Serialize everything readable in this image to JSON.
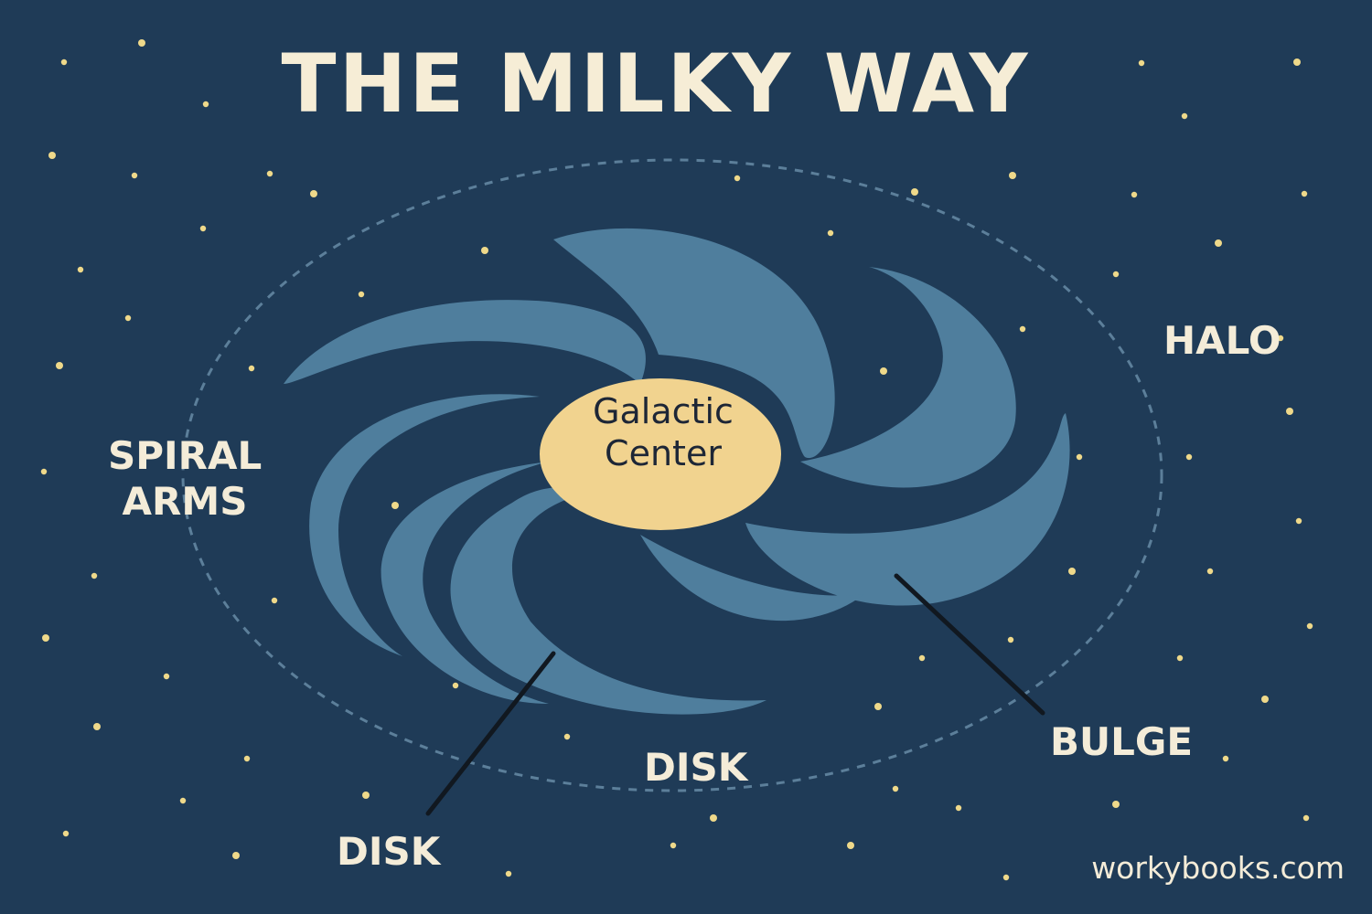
{
  "title": "THE MILKY WAY",
  "center_label": [
    "Galactic",
    "Center"
  ],
  "labels": {
    "halo": "HALO",
    "spiral_arms": [
      "SPIRAL",
      "ARMS"
    ],
    "bulge": "BULGE",
    "disk_inner": "DISK",
    "disk_outer": "DISK"
  },
  "credit": "workybooks.com",
  "colors": {
    "background": "#1f3b57",
    "arm": "#4f7e9d",
    "center": "#f1d38f",
    "text": "#f4ecd8",
    "star": "#efd98a",
    "halo_outline": "#5c7f9a",
    "pointer": "#111820"
  }
}
